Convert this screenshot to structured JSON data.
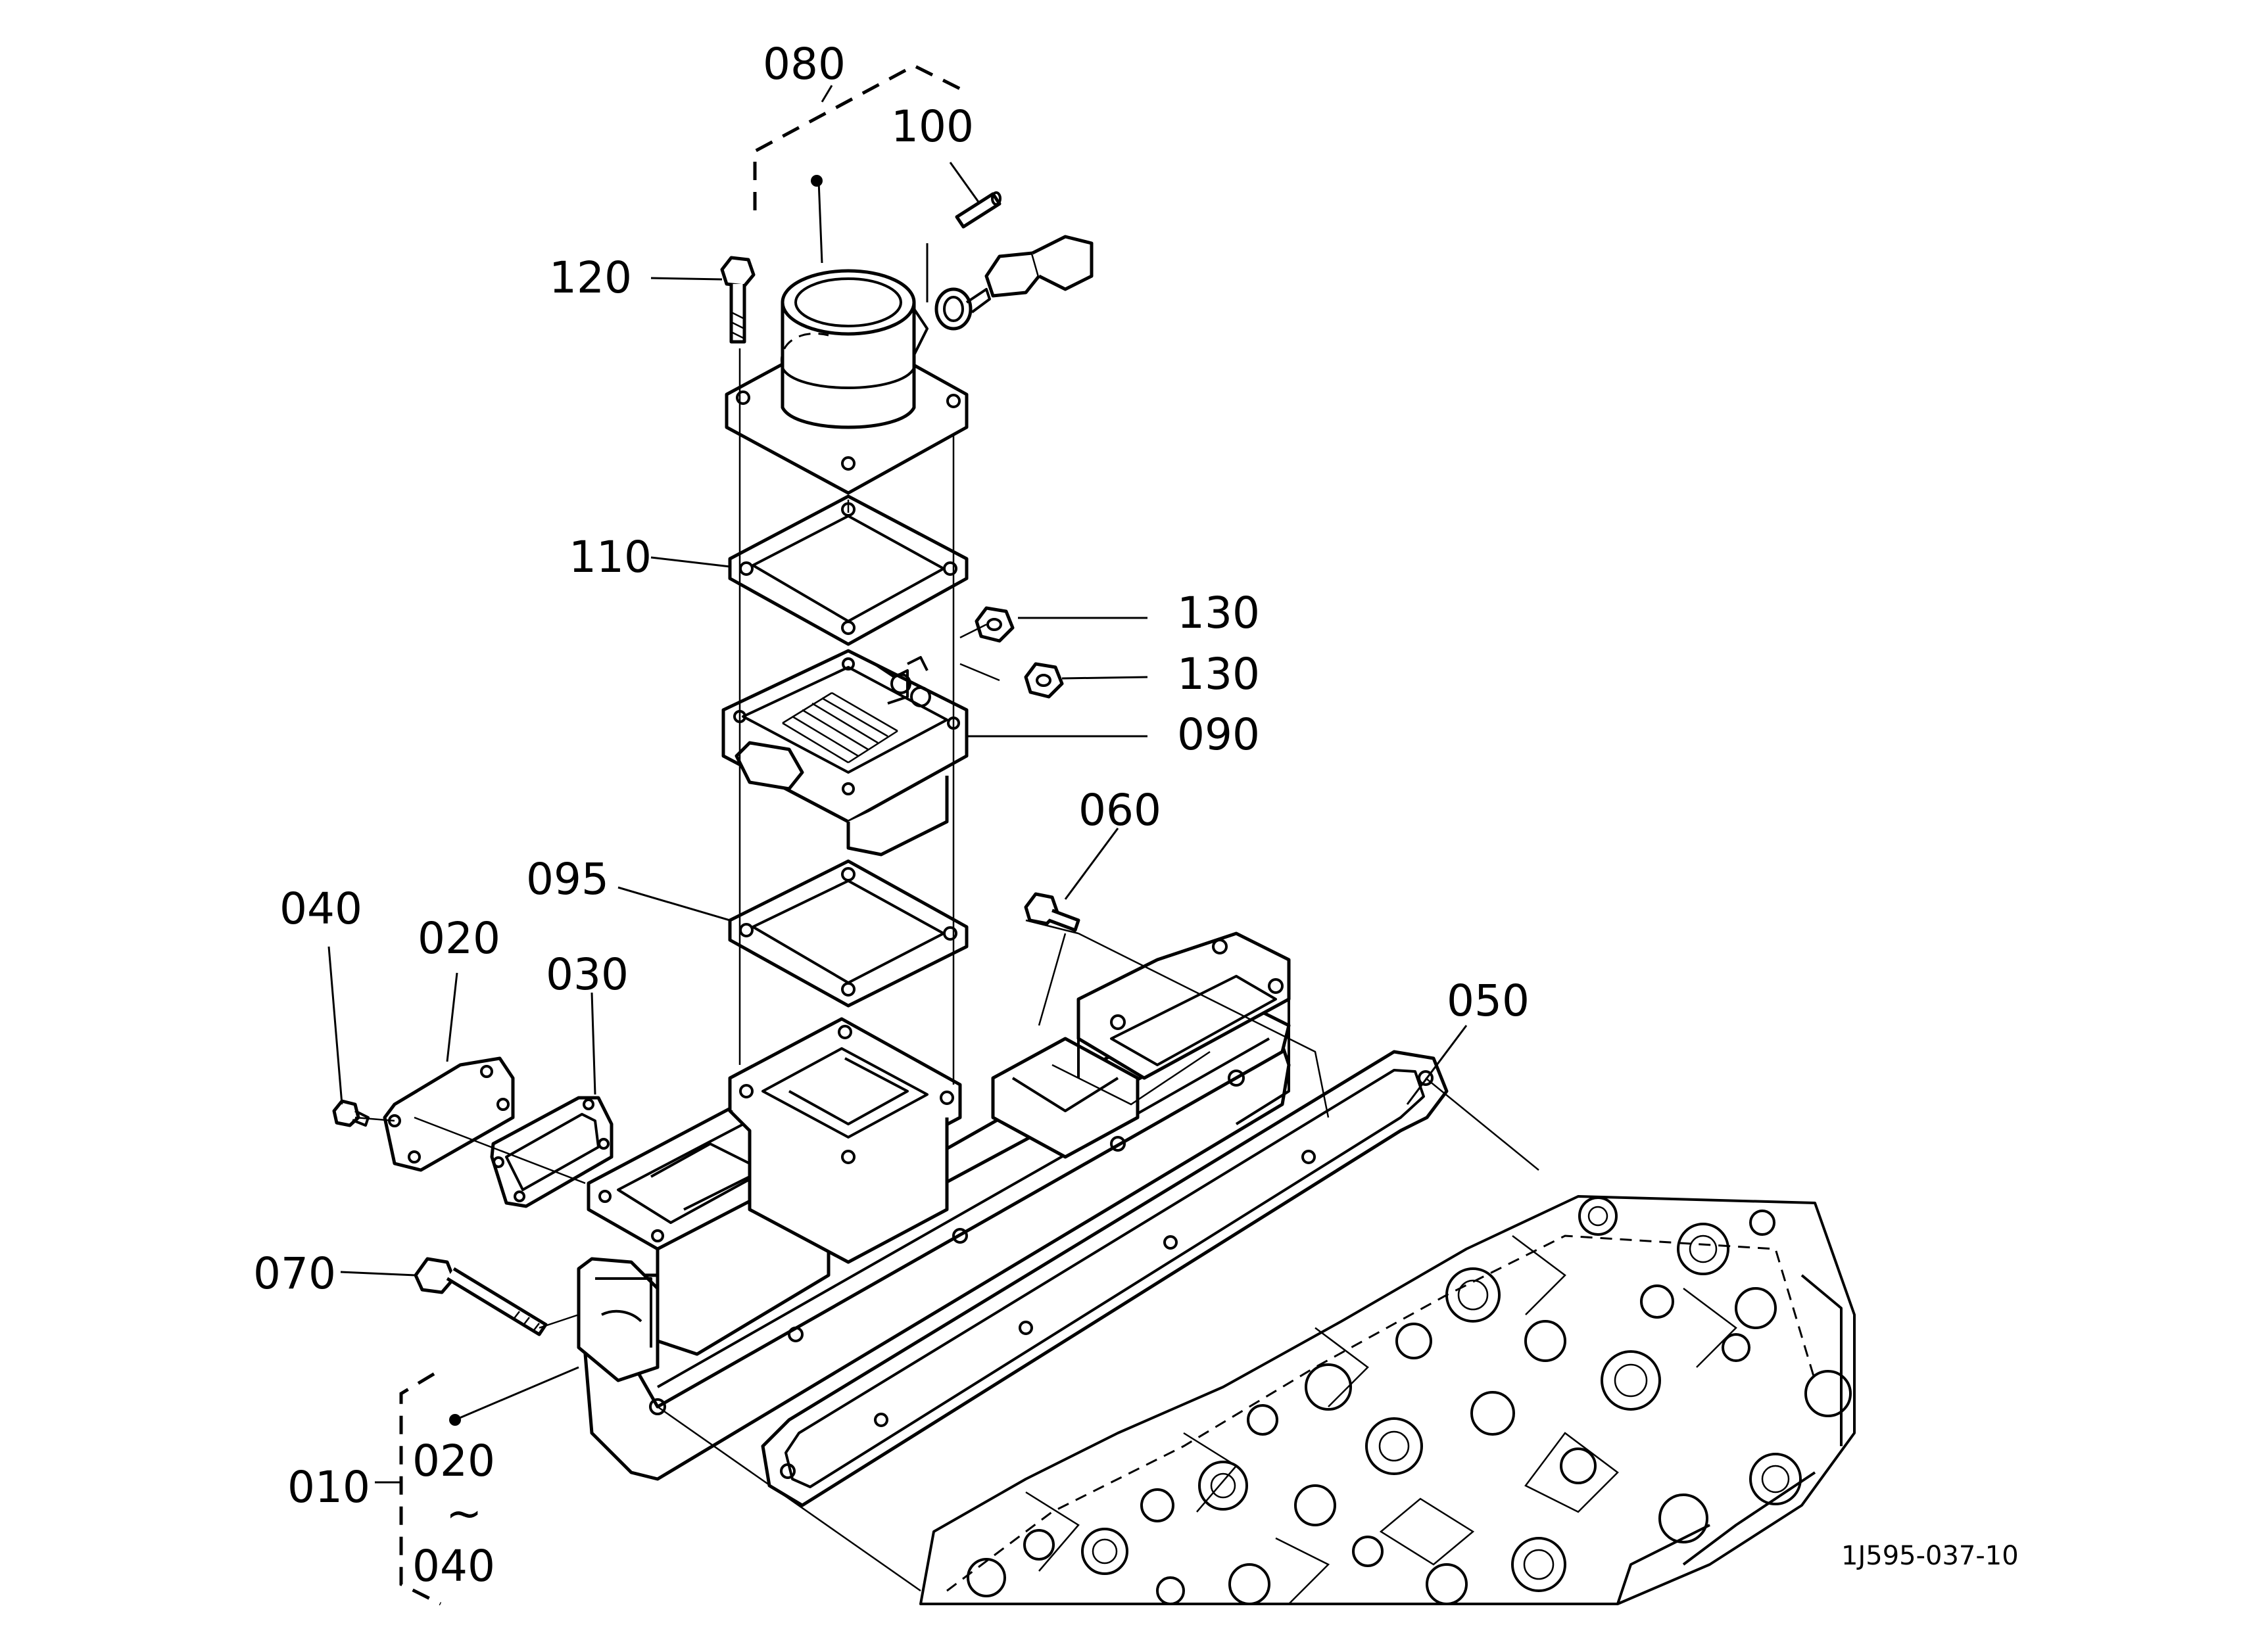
{
  "parts": {
    "p080": "080",
    "p100": "100",
    "p120": "120",
    "p110": "110",
    "p130a": "130",
    "p130b": "130",
    "p090": "090",
    "p060": "060",
    "p095": "095",
    "p040": "040",
    "p020": "020",
    "p030": "030",
    "p050": "050",
    "p070": "070",
    "p010": "010",
    "p010_from": "020",
    "p010_tilde": "~",
    "p010_to": "040"
  },
  "drawing_code": "1J595-037-10"
}
